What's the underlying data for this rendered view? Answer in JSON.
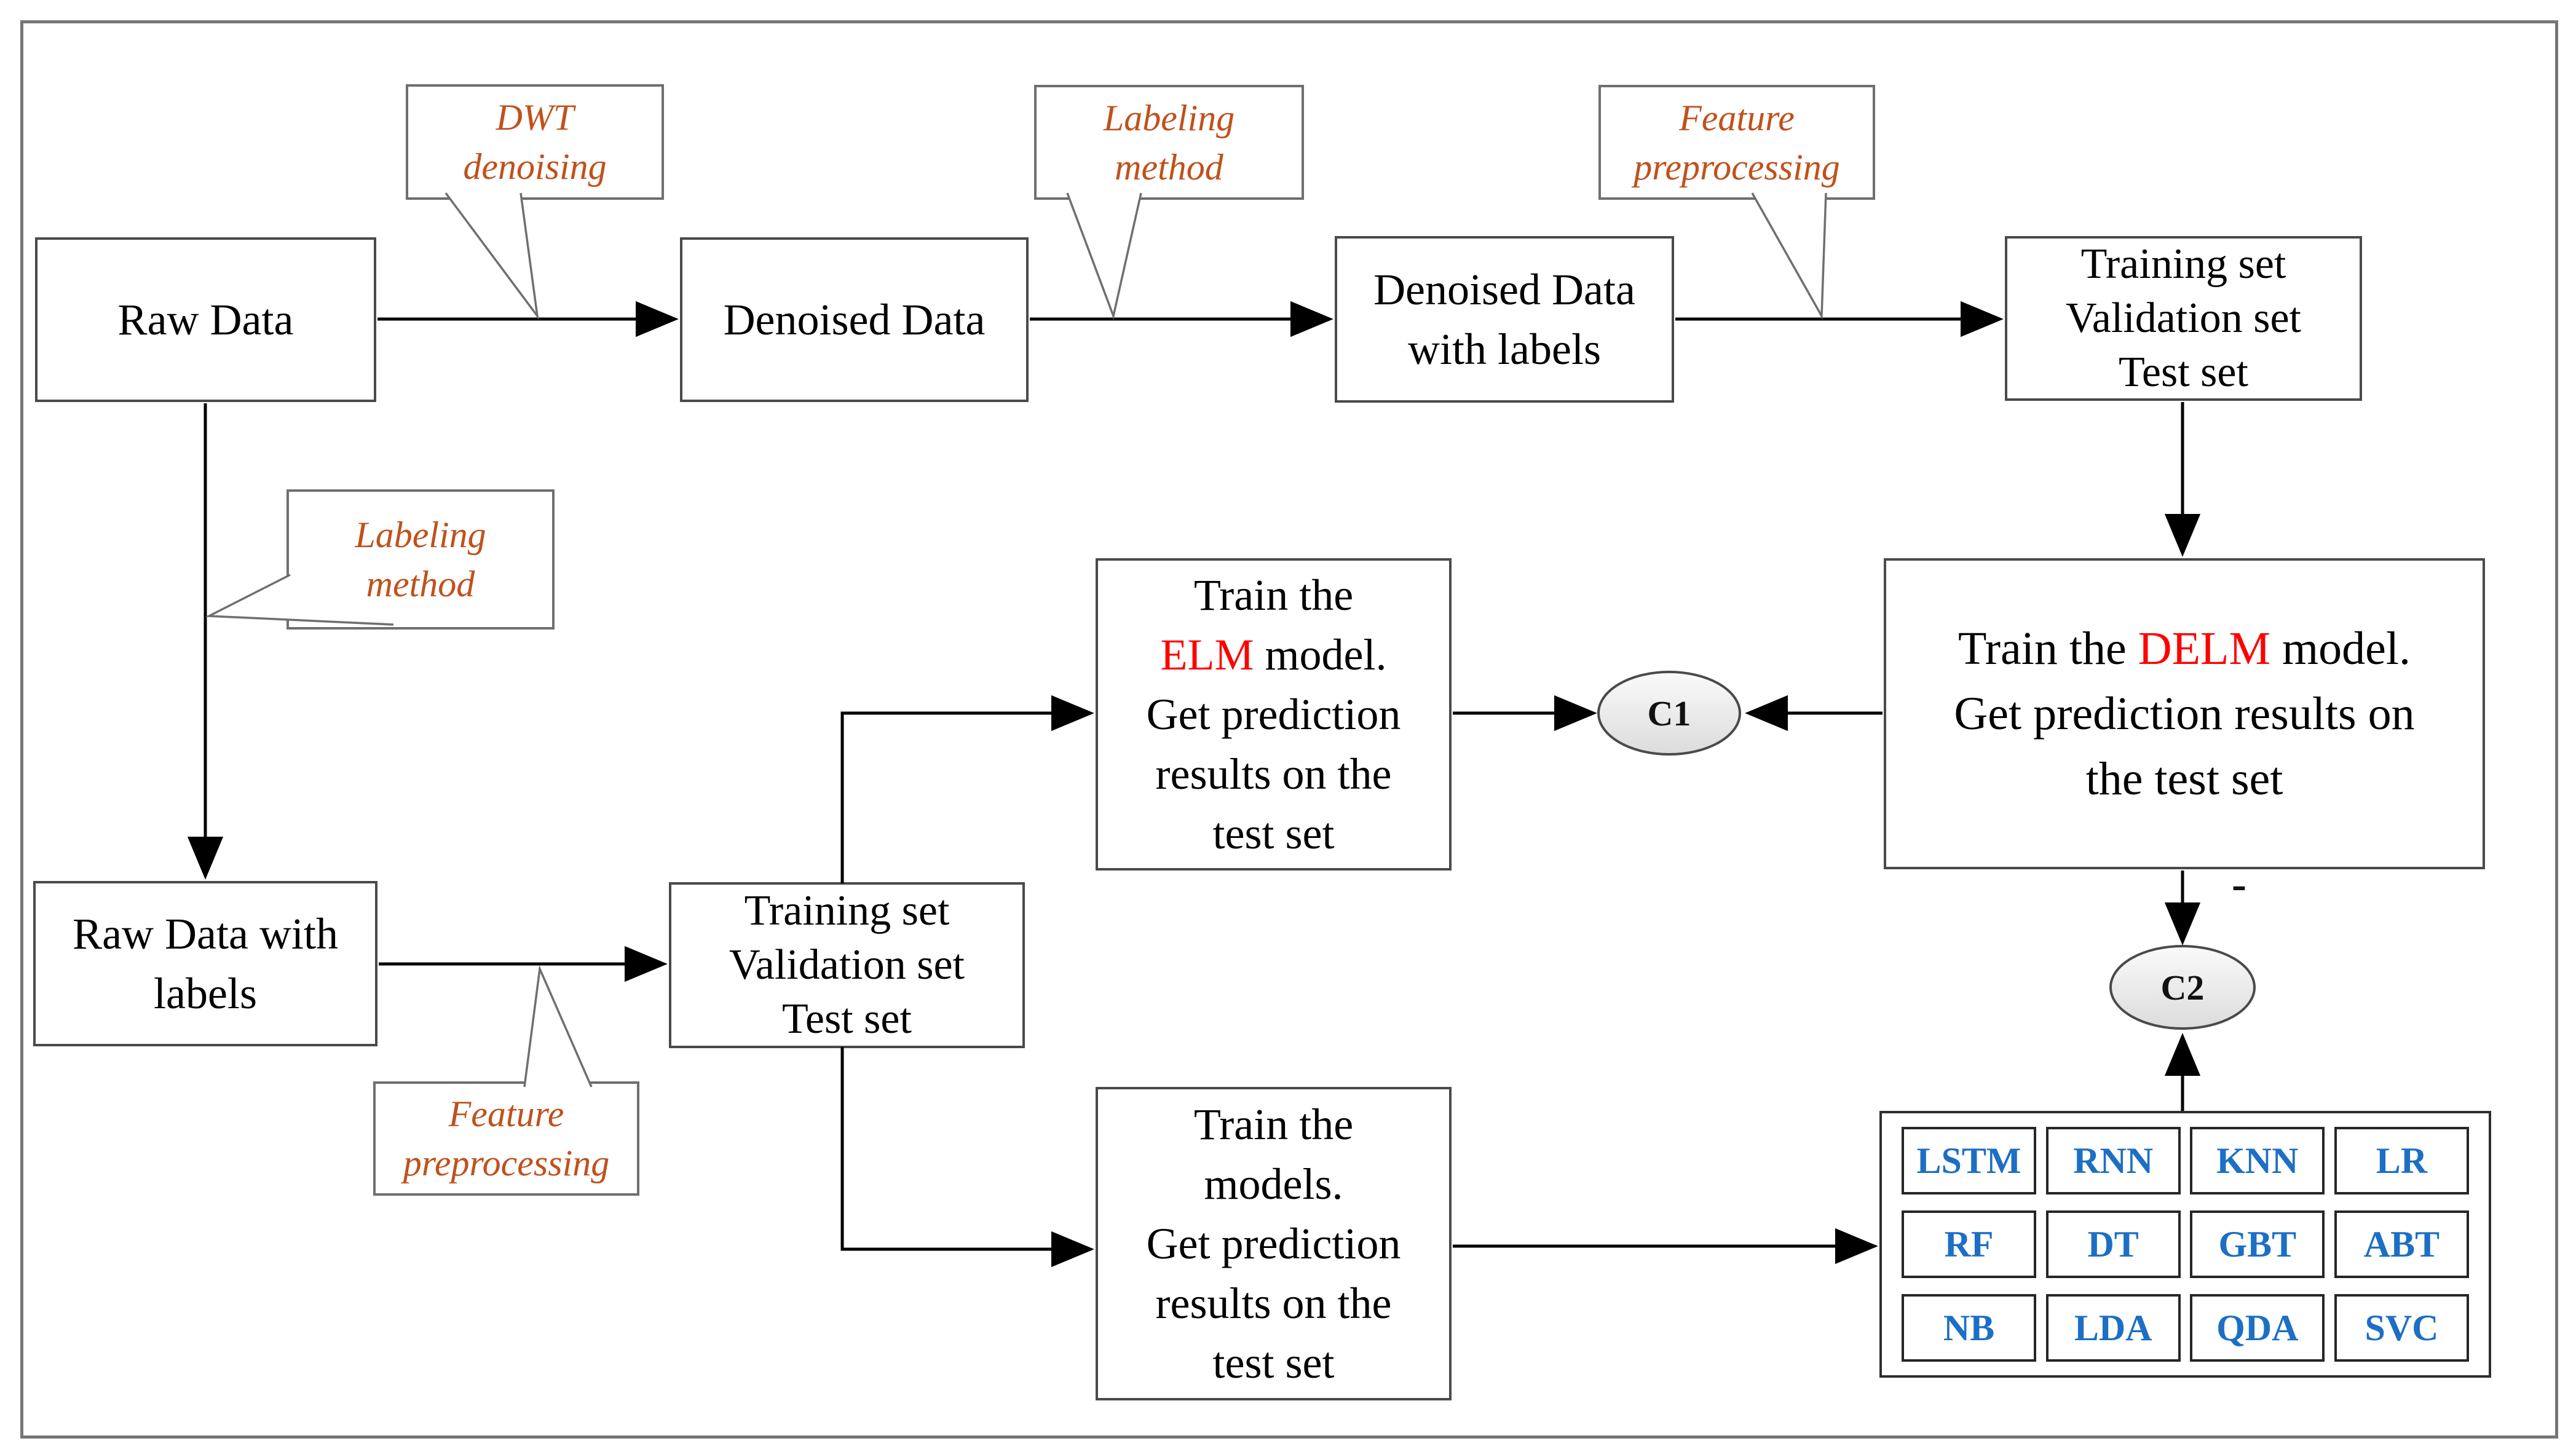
{
  "colors": {
    "callout_orange": "#c0511c",
    "highlight_red": "#ff0000",
    "model_blue": "#1c6fc4",
    "node_fill_gray": "#e9e9e9",
    "border_gray": "#4a4a4a"
  },
  "boxes": {
    "raw_data": {
      "line1": "Raw Data"
    },
    "denoised_data": {
      "line1": "Denoised Data"
    },
    "denoised_with_labels": {
      "line1": "Denoised Data",
      "line2": "with labels"
    },
    "dataset_split_top": {
      "line1": "Training set",
      "line2": "Validation set",
      "line3": "Test set"
    },
    "raw_data_with_labels": {
      "line1": "Raw Data with",
      "line2": "labels"
    },
    "dataset_split_mid": {
      "line1": "Training set",
      "line2": "Validation set",
      "line3": "Test set"
    },
    "train_elm": {
      "line1": "Train the",
      "line2_red": "ELM",
      "line2_post": " model.",
      "line3": "Get prediction",
      "line4": "results on the",
      "line5": "test set"
    },
    "train_delm": {
      "line1_pre": "Train the ",
      "line1_red": "DELM",
      "line1_post": " model.",
      "line2": "Get prediction results on",
      "line3": "the test set"
    },
    "train_models": {
      "line1": "Train the",
      "line2": "models.",
      "line3": "Get prediction",
      "line4": "results on the",
      "line5": "test set"
    }
  },
  "callouts": {
    "dwt": {
      "line1": "DWT",
      "line2": "denoising"
    },
    "labeling_top": {
      "line1": "Labeling",
      "line2": "method"
    },
    "feature_top": {
      "line1": "Feature",
      "line2": "preprocessing"
    },
    "labeling_left": {
      "line1": "Labeling",
      "line2": "method"
    },
    "feature_bottom": {
      "line1": "Feature",
      "line2": "preprocessing"
    }
  },
  "nodes": {
    "c1": "C1",
    "c2": "C2",
    "minus_mark": "-"
  },
  "models": [
    "LSTM",
    "RNN",
    "KNN",
    "LR",
    "RF",
    "DT",
    "GBT",
    "ABT",
    "NB",
    "LDA",
    "QDA",
    "SVC"
  ]
}
